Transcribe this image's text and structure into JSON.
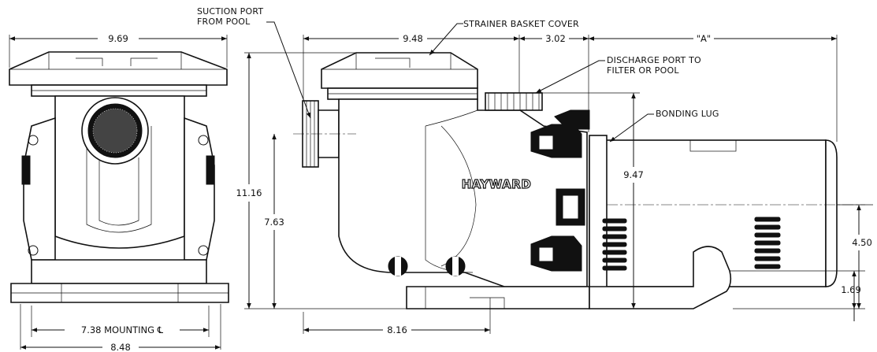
{
  "labels": {
    "suction_line1": "SUCTION PORT",
    "suction_line2": "FROM POOL",
    "strainer_cover": "STRAINER BASKET COVER",
    "discharge_line1": "DISCHARGE PORT TO",
    "discharge_line2": "FILTER OR POOL",
    "bonding_lug": "BONDING LUG",
    "brand": "HAYWARD"
  },
  "dimensions": {
    "front_width": "9.69",
    "front_mounting": "7.38 MOUNTING ℄",
    "front_base": "8.48",
    "side_length": "9.48",
    "discharge_offset": "3.02",
    "motor_length": "\"A\"",
    "overall_height": "11.16",
    "suction_height": "7.63",
    "discharge_height": "9.47",
    "motor_center_height": "4.50",
    "foot_height": "1.69",
    "base_offset": "8.16"
  }
}
